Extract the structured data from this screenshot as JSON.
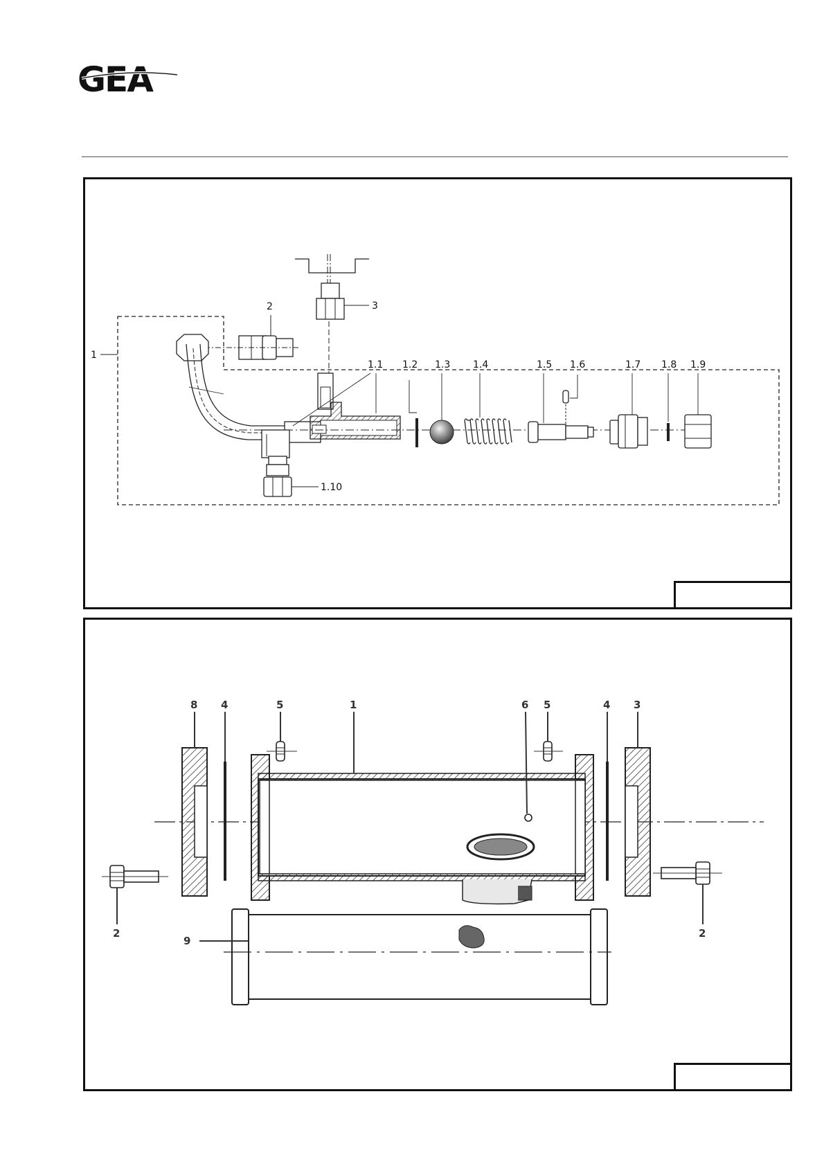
{
  "brand": {
    "logo_text": "GEA"
  },
  "figure_top": {
    "labels": {
      "l1": "1",
      "l2": "2",
      "l3": "3",
      "l1_1": "1.1",
      "l1_2": "1.2",
      "l1_3": "1.3",
      "l1_4": "1.4",
      "l1_5": "1.5",
      "l1_6": "1.6",
      "l1_7": "1.7",
      "l1_8": "1.8",
      "l1_9": "1.9",
      "l1_10": "1.10"
    }
  },
  "figure_bottom": {
    "labels": {
      "l8": "8",
      "l4a": "4",
      "l5a": "5",
      "l1": "1",
      "l6": "6",
      "l5b": "5",
      "l4b": "4",
      "l3": "3",
      "l2a": "2",
      "l2b": "2",
      "l9": "9"
    }
  },
  "colors": {
    "ink": "#111111",
    "hatch": "#222222",
    "rule": "#555555"
  }
}
